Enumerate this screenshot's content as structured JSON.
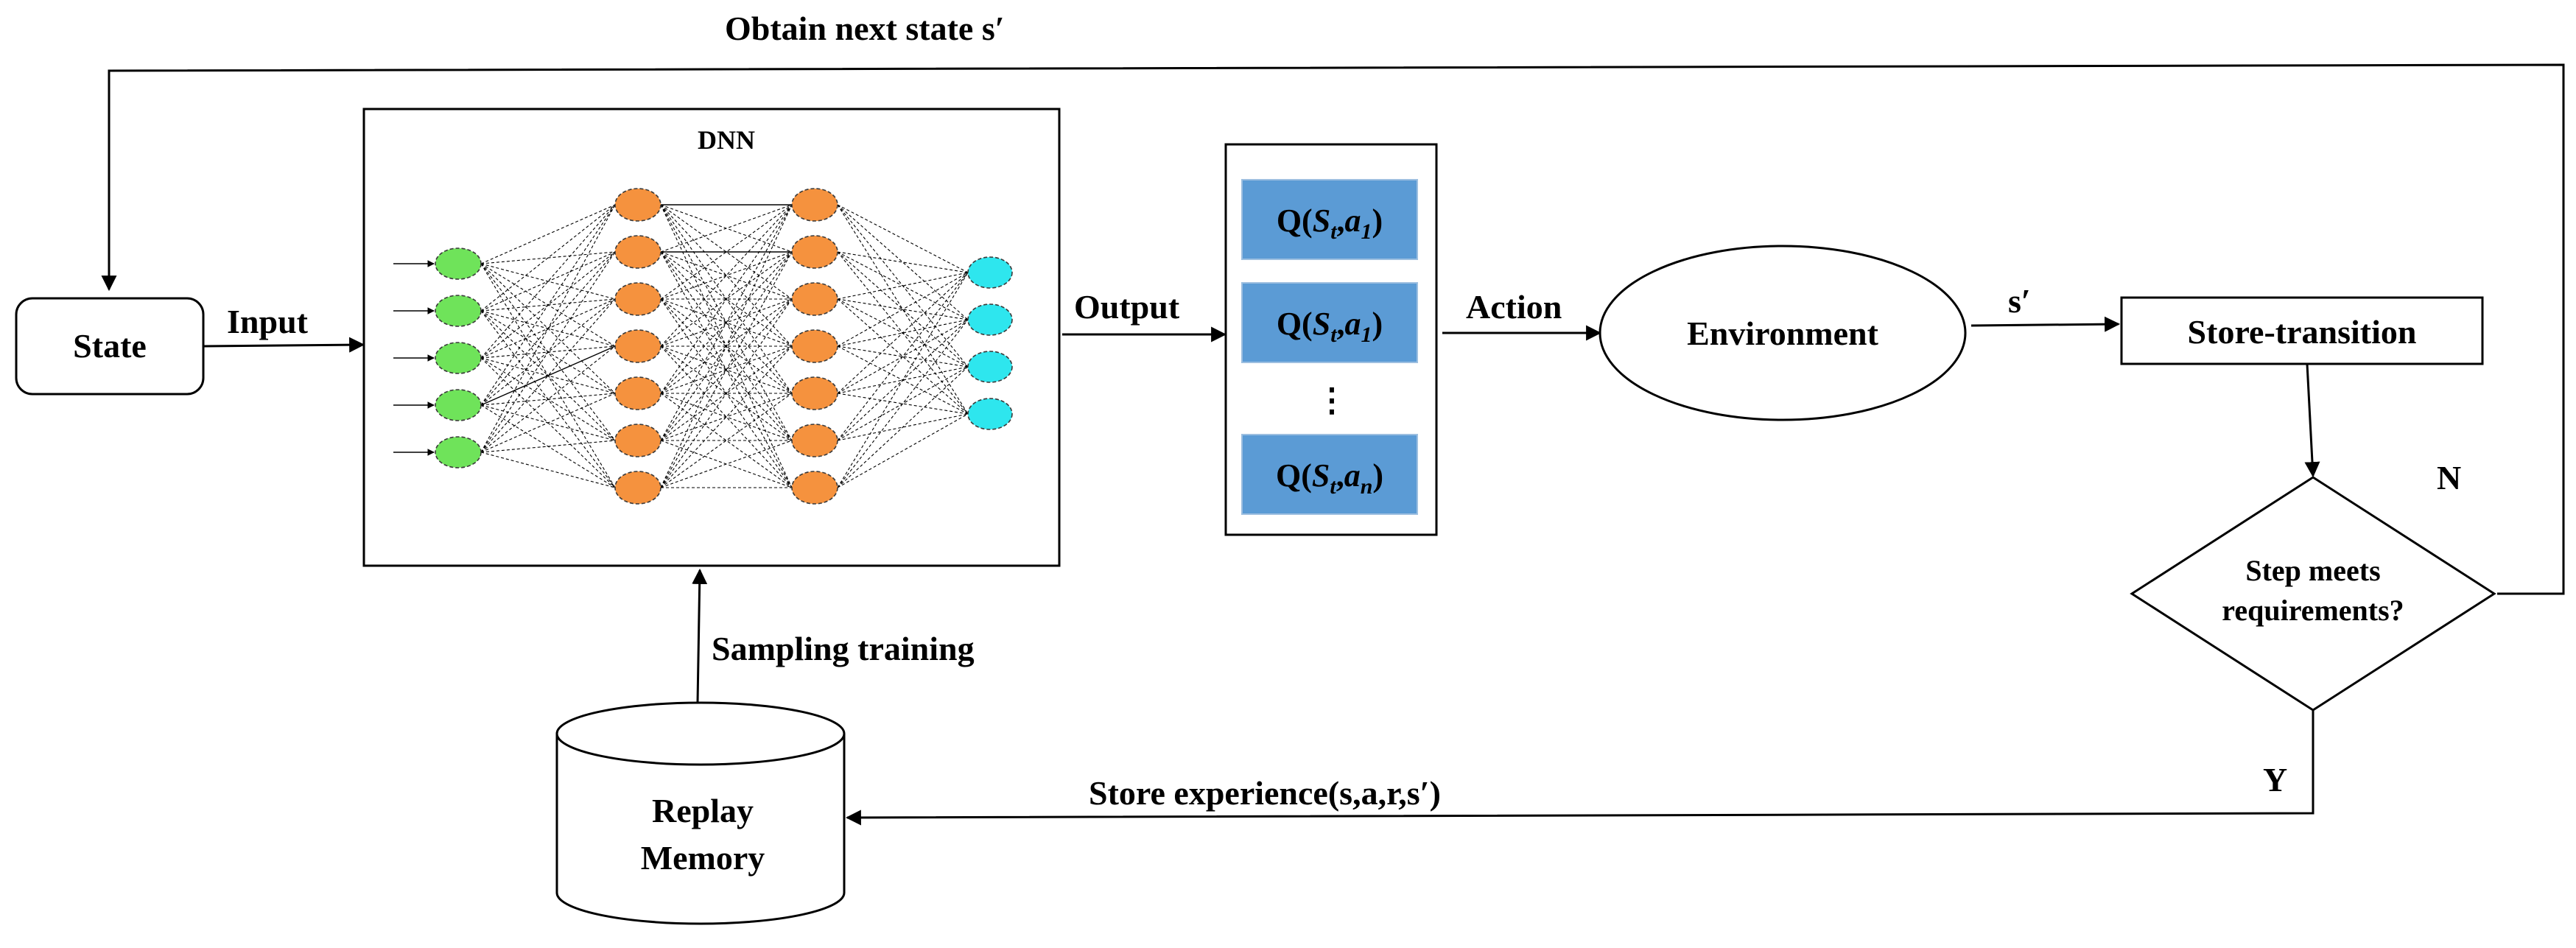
{
  "labels": {
    "top_feedback": "Obtain next state s′",
    "state": "State",
    "input": "Input",
    "dnn": "DNN",
    "output": "Output",
    "action": "Action",
    "environment": "Environment",
    "s_prime": "s′",
    "store_transition": "Store-transition",
    "decision_line1": "Step meets",
    "decision_line2": "requirements?",
    "no": "N",
    "yes": "Y",
    "store_experience": "Store experience(s,a,r,s′)",
    "sampling_training": "Sampling training",
    "replay_line1": "Replay",
    "replay_line2": "Memory",
    "q_dots": "⋮"
  },
  "q_values": [
    {
      "prefix": "Q(",
      "state": "S",
      "state_sub": "t",
      "sep": ",",
      "action": "a",
      "action_sub": "1",
      "suffix": ")"
    },
    {
      "prefix": "Q(",
      "state": "S",
      "state_sub": "t",
      "sep": ",",
      "action": "a",
      "action_sub": "1",
      "suffix": ")"
    },
    {
      "prefix": "Q(",
      "state": "S",
      "state_sub": "t",
      "sep": ",",
      "action": "a",
      "action_sub": "n",
      "suffix": ")"
    }
  ],
  "network": {
    "layer_sizes": [
      5,
      7,
      7,
      4
    ],
    "layer_colors": [
      "#6fe35a",
      "#f5923e",
      "#f5923e",
      "#2ee6ee"
    ],
    "input_arrow_count": 5
  },
  "colors": {
    "q_box": "#5b9bd5",
    "line": "#000000",
    "background": "#ffffff"
  }
}
